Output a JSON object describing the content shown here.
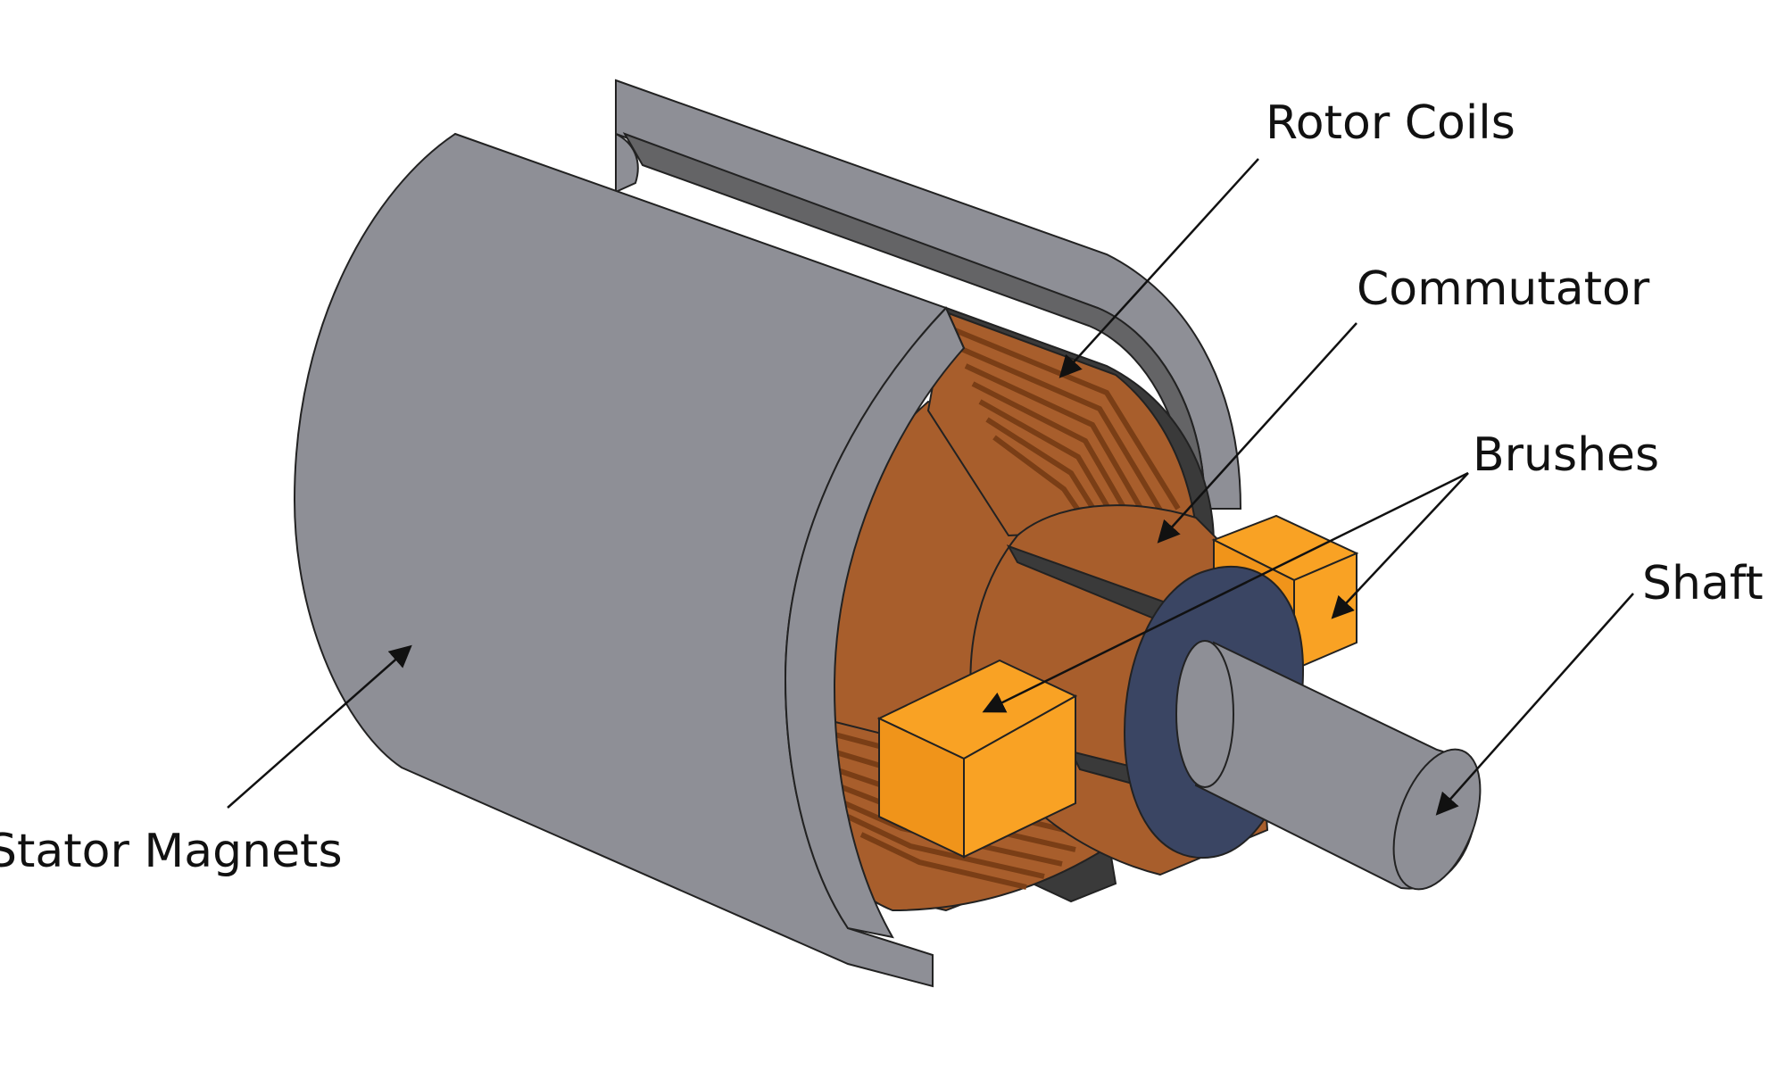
{
  "labels": {
    "rotor_coils": "Rotor Coils",
    "commutator": "Commutator",
    "brushes": "Brushes",
    "shaft": "Shaft",
    "stator_magnets": "Stator Magnets"
  },
  "colors": {
    "housing": "#8e8f96",
    "housing_dark": "#646466",
    "rotor_core": "#a85e2c",
    "coil_stripe": "#7a3e16",
    "brush": "#f9a224",
    "insulator": "#3a4563",
    "outline": "#222222",
    "shadow": "#3a3a3a"
  }
}
